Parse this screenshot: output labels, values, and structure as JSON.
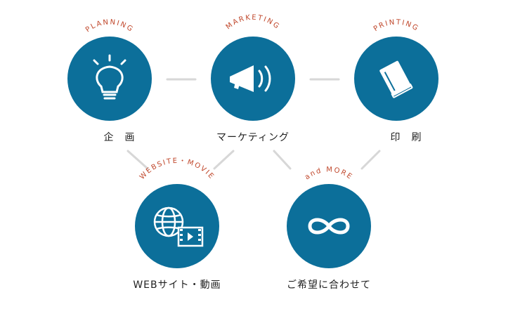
{
  "colors": {
    "circle": "#0c6f9a",
    "arc_text": "#c0472b",
    "connector": "#d7d7d7",
    "label": "#222222"
  },
  "nodes": {
    "planning": {
      "arc": "PLANNING",
      "label": "企　画",
      "icon": "lightbulb-icon"
    },
    "marketing": {
      "arc": "MARKETING",
      "label": "マーケティング",
      "icon": "megaphone-icon"
    },
    "printing": {
      "arc": "PRINTING",
      "label": "印　刷",
      "icon": "book-icon"
    },
    "website": {
      "arc": "WEBSITE・MOVIE",
      "label": "WEBサイト・動画",
      "icon": "globe-video-icon"
    },
    "more": {
      "arc": "and MORE",
      "label": "ご希望に合わせて",
      "icon": "infinity-icon"
    }
  }
}
